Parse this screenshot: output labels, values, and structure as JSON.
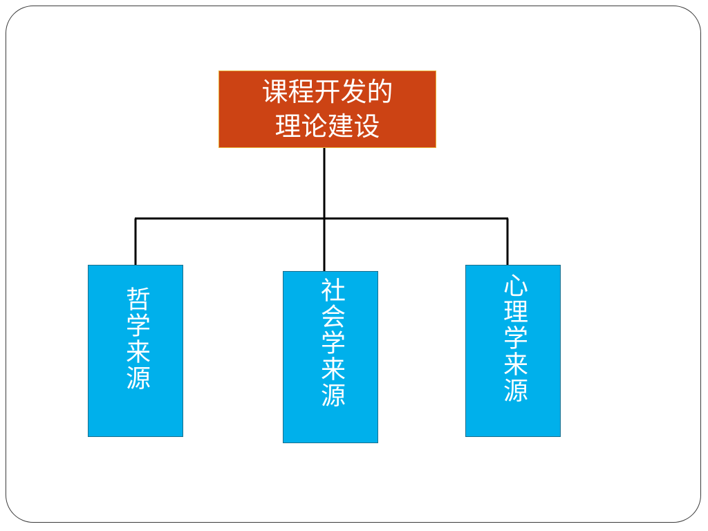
{
  "diagram": {
    "root": {
      "line1": "课程开发的",
      "line2": "理论建设"
    },
    "children": [
      {
        "label": "哲学来源"
      },
      {
        "label": "社会学来源"
      },
      {
        "label": "心理学来源"
      }
    ]
  },
  "colors": {
    "root_fill": "#cc4314",
    "root_border": "#e8b43a",
    "leaf_fill": "#00b0eb",
    "connector": "#000000"
  }
}
